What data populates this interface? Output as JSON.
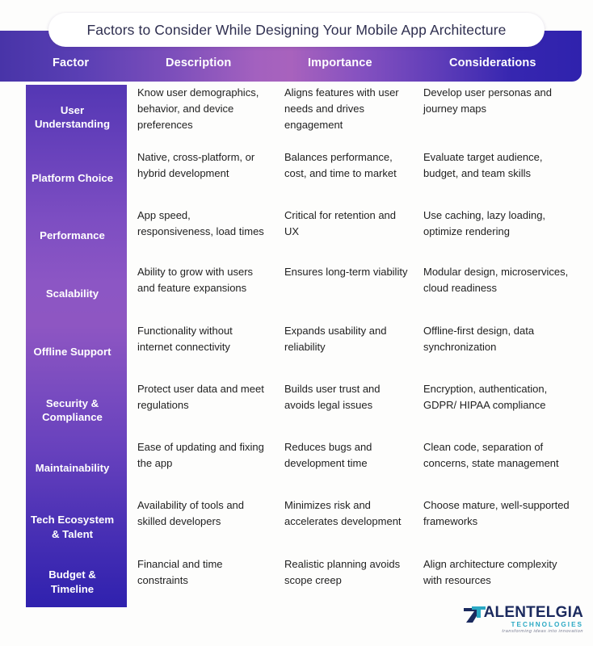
{
  "title": "Factors to Consider While Designing Your Mobile App Architecture",
  "columns": [
    "Factor",
    "Description",
    "Importance",
    "Considerations"
  ],
  "rows": [
    {
      "factor": "User Understanding",
      "description": "Know user demographics, behavior, and device preferences",
      "importance": "Aligns features with user needs and drives engagement",
      "considerations": "Develop user personas and journey maps"
    },
    {
      "factor": "Platform Choice",
      "description": "Native, cross-platform, or hybrid development",
      "importance": "Balances performance, cost, and time to market",
      "considerations": "Evaluate target audience, budget, and team skills"
    },
    {
      "factor": "Performance",
      "description": "App speed, responsiveness, load times",
      "importance": "Critical for retention and UX",
      "considerations": "Use caching, lazy loading, optimize rendering"
    },
    {
      "factor": "Scalability",
      "description": "Ability to grow with users and feature expansions",
      "importance": "Ensures long-term viability",
      "considerations": "Modular design, microservices, cloud readiness"
    },
    {
      "factor": "Offline Support",
      "description": "Functionality without internet connectivity",
      "importance": "Expands usability and reliability",
      "considerations": "Offline-first design, data synchronization"
    },
    {
      "factor": "Security & Compliance",
      "description": "Protect user data and meet regulations",
      "importance": "Builds user trust and avoids legal issues",
      "considerations": "Encryption, authentication, GDPR/ HIPAA compliance"
    },
    {
      "factor": "Maintainability",
      "description": "Ease of updating and fixing the app",
      "importance": "Reduces bugs and development time",
      "considerations": "Clean code, separation of concerns, state management"
    },
    {
      "factor": "Tech Ecosystem & Talent",
      "description": "Availability of tools and skilled developers",
      "importance": "Minimizes risk and accelerates development",
      "considerations": "Choose mature, well-supported frameworks"
    },
    {
      "factor": "Budget & Timeline",
      "description": "Financial and time constraints",
      "importance": "Realistic planning avoids scope creep",
      "considerations": "Align architecture complexity with resources"
    }
  ],
  "logo": {
    "mark": "talentelgia-logo-mark",
    "name": "ALENTELGIA",
    "subtitle": "TECHNOLOGIES",
    "tagline": "transforming ideas into innovation"
  },
  "colors": {
    "header_gradient_start": "#4834a8",
    "header_gradient_mid": "#a862bd",
    "header_gradient_end": "#2f22ad",
    "factor_column_start": "#5437b4",
    "factor_column_mid": "#8e56c2",
    "factor_column_end": "#2f21ae",
    "title_text": "#2f2f50",
    "body_text": "#1f1f1f",
    "page_background": "#fdfdfc",
    "logo_name": "#1b2a5e",
    "logo_subtitle": "#2aa9c4"
  }
}
